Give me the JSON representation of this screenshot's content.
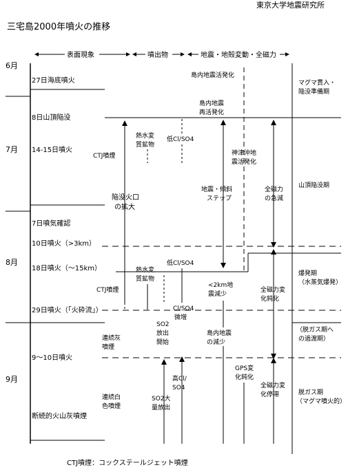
{
  "header": {
    "institution": "東京大学地震研究所",
    "title": "三宅島2000年噴火の推移"
  },
  "columns": {
    "surface": "表面現象",
    "ejecta": "噴出物",
    "geophysics": "地震・地殻変動・全磁力"
  },
  "months": {
    "jun": "6月",
    "jul": "7月",
    "aug": "8月",
    "sep": "9月"
  },
  "surface_events": {
    "e27": "27日海底噴火",
    "e8": "8日山頂陥没",
    "e14": "14-15日噴火",
    "e7": "7日噴気確認",
    "e10": "10日噴火（>3km）",
    "e18": "18日噴火（～15km）",
    "e29": "29日噴火（「火砕流」）",
    "e9_10": "9～10日噴火",
    "intermittent": "断続的火山灰噴煙"
  },
  "notes": {
    "ctj1": "CTJ噴煙",
    "ctj2": "CTJ噴煙",
    "crater_l1": "陥没火口",
    "crater_l2": "の拡大",
    "ash_l1": "連続灰",
    "ash_l2": "噴煙",
    "white_l1": "連続白",
    "white_l2": "色噴煙"
  },
  "ejecta_events": {
    "hydro1_l1": "熱水変",
    "hydro1_l2": "質鉱物",
    "lowcl1": "低Cl/SO4",
    "hydro2_l1": "熱水変",
    "hydro2_l2": "質鉱物",
    "lowcl2": "低Cl/SO4",
    "clinc_l1": "Cl/SO4",
    "clinc_l2": "微増",
    "so2_l1": "SO2",
    "so2_l2": "放出",
    "so2_l3": "開始",
    "highcl_l1": "高Cl/",
    "highcl_l2": "SO4",
    "so2big_l1": "SO2大",
    "so2big_l2": "量放出"
  },
  "geo_events": {
    "quake1": "島内地震活発化",
    "requake_l1": "島内地震",
    "requake_l2": "再活発化",
    "kozu_l1": "神津沖地",
    "kozu_l2": "震活発化",
    "step_l1": "地震・傾斜",
    "step_l2": "ステップ",
    "mag_drop_l1": "全磁力",
    "mag_drop_l2": "の急減",
    "depth_l1": "<2km地",
    "depth_l2": "震減少",
    "mag_slow_l1": "全磁力変",
    "mag_slow_l2": "化鈍化",
    "quake_dec_l1": "島内地震",
    "quake_dec_l2": "の減少",
    "gps_l1": "GPS変",
    "gps_l2": "化鈍化",
    "mag_stop_l1": "全磁力変",
    "mag_stop_l2": "化停滞"
  },
  "stages": {
    "s1_l1": "マグマ貫入・",
    "s1_l2": "陥没準備期",
    "s2": "山頂陥没期",
    "s3_l1": "爆発期",
    "s3_l2": "（水蒸気爆発）",
    "s4_l1": "（脱ガス期へ",
    "s4_l2": "の過渡期）",
    "s5_l1": "脱ガス期",
    "s5_l2": "（マグマ噴火的）"
  },
  "footnote": "CTJ噴煙：コックステールジェット噴煙"
}
